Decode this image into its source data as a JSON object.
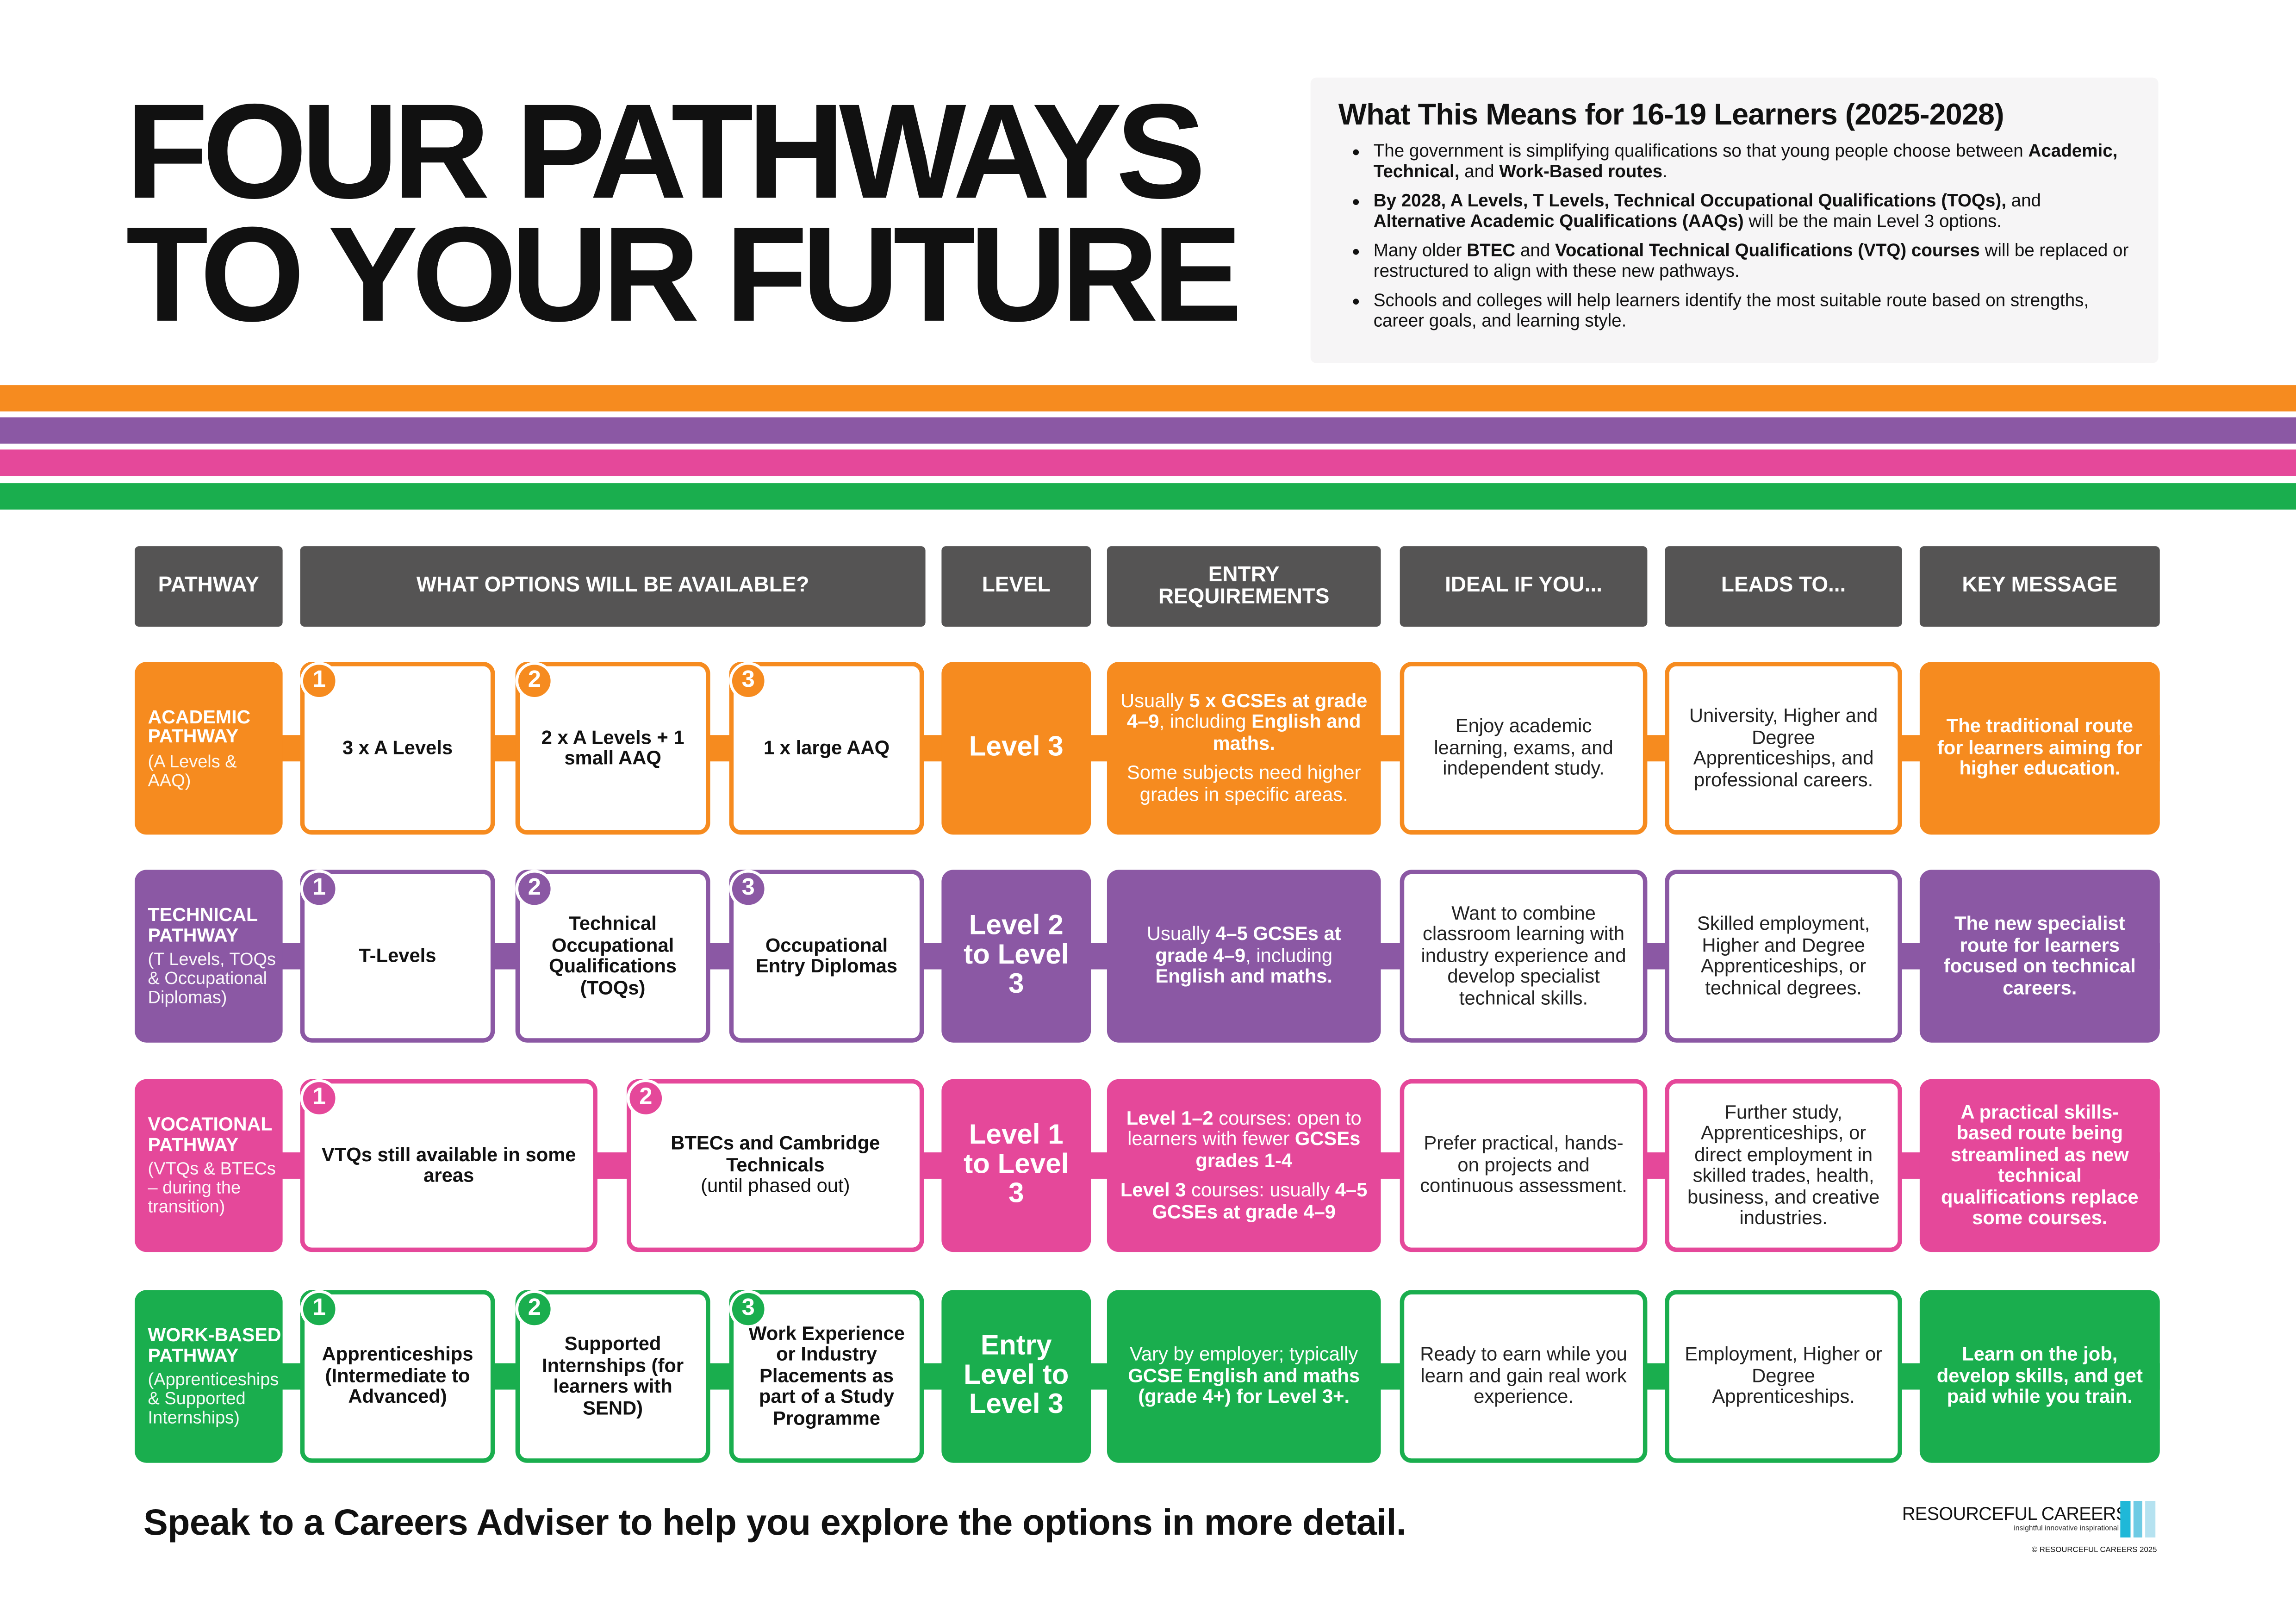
{
  "title": {
    "line1": "FOUR PATHWAYS",
    "line2": "TO YOUR FUTURE"
  },
  "info": {
    "heading": "What This Means for 16-19 Learners (2025-2028)",
    "bullets": [
      [
        {
          "t": "The government is simplifying qualifications so that young people choose between "
        },
        {
          "t": "Academic, Technical,",
          "b": true
        },
        {
          "t": " and "
        },
        {
          "t": "Work-Based routes",
          "b": true
        },
        {
          "t": "."
        }
      ],
      [
        {
          "t": "By 2028, A Levels, T Levels, Technical Occupational Qualifications (TOQs),",
          "b": true
        },
        {
          "t": " and "
        },
        {
          "t": "Alternative Academic Qualifications (AAQs)",
          "b": true
        },
        {
          "t": " will be the main Level 3 options."
        }
      ],
      [
        {
          "t": "Many older "
        },
        {
          "t": "BTEC",
          "b": true
        },
        {
          "t": " and "
        },
        {
          "t": "Vocational Technical Qualifications (VTQ) courses",
          "b": true
        },
        {
          "t": " will be replaced or restructured to align with these new pathways."
        }
      ],
      [
        {
          "t": "Schools and colleges will help learners identify the most suitable route based on strengths, career goals, and learning style."
        }
      ]
    ]
  },
  "colors": {
    "orange": "#F68B1F",
    "purple": "#8B58A4",
    "pink": "#E5489A",
    "green": "#1AAE4E",
    "header": "#555454"
  },
  "headers": [
    "PATHWAY",
    "WHAT OPTIONS WILL BE AVAILABLE?",
    "LEVEL",
    "ENTRY REQUIREMENTS",
    "IDEAL IF YOU...",
    "LEADS TO...",
    "KEY MESSAGE"
  ],
  "rows": [
    {
      "color": "#F68B1F",
      "name": "ACADEMIC PATHWAY",
      "sub": "(A Levels & AAQ)",
      "options": [
        {
          "num": "1",
          "title": "3 x A Levels"
        },
        {
          "num": "2",
          "title": "2 x A Levels + 1 small AAQ"
        },
        {
          "num": "3",
          "title": "1 x large AAQ"
        }
      ],
      "level": "Level 3",
      "entry": [
        [
          {
            "t": "Usually "
          },
          {
            "t": "5 x GCSEs at grade 4–9",
            "b": true
          },
          {
            "t": ", including "
          },
          {
            "t": "English and maths.",
            "b": true
          }
        ],
        [
          {
            "t": "Some subjects need higher grades in specific areas."
          }
        ]
      ],
      "ideal": "Enjoy academic learning, exams, and independent study.",
      "leads": "University, Higher and Degree Apprenticeships, and professional careers.",
      "key": "The traditional route for learners aiming for higher education."
    },
    {
      "color": "#8B58A4",
      "name": "TECHNICAL PATHWAY",
      "sub": "(T Levels, TOQs & Occupational Diplomas)",
      "options": [
        {
          "num": "1",
          "title": "T-Levels"
        },
        {
          "num": "2",
          "title": "Technical Occupational Qualifications (TOQs)"
        },
        {
          "num": "3",
          "title": "Occupational Entry Diplomas"
        }
      ],
      "level": "Level 2 to Level 3",
      "entry": [
        [
          {
            "t": "Usually "
          },
          {
            "t": "4–5 GCSEs at grade 4–9",
            "b": true
          },
          {
            "t": ", including "
          },
          {
            "t": "English and maths.",
            "b": true
          }
        ]
      ],
      "ideal": "Want to combine classroom learning with industry experience and develop specialist technical skills.",
      "leads": "Skilled employment, Higher and Degree Apprenticeships, or technical degrees.",
      "key": "The new specialist route for learners focused on technical careers."
    },
    {
      "color": "#E5489A",
      "name": "VOCATIONAL PATHWAY",
      "sub": "(VTQs & BTECs – during the transition)",
      "options": [
        {
          "num": "1",
          "title": "VTQs still available in some areas"
        },
        {
          "num": "2",
          "title": "BTECs and Cambridge Technicals",
          "note": "(until phased out)"
        }
      ],
      "level": "Level 1 to Level 3",
      "entry": [
        [
          {
            "t": "Level 1–2",
            "b": true
          },
          {
            "t": " courses: open to learners with fewer "
          },
          {
            "t": "GCSEs grades 1-4",
            "b": true
          }
        ],
        [
          {
            "t": "Level 3",
            "b": true
          },
          {
            "t": " courses: usually "
          },
          {
            "t": "4–5 GCSEs at grade 4–9",
            "b": true
          }
        ]
      ],
      "ideal": "Prefer practical, hands-on projects and continuous assessment.",
      "leads": "Further study, Apprenticeships, or direct employment in skilled trades, health, business, and creative industries.",
      "key": "A practical skills-based route being streamlined as new technical qualifications replace some courses."
    },
    {
      "color": "#1AAE4E",
      "name": "WORK-BASED PATHWAY",
      "sub": "(Apprenticeships & Supported Internships)",
      "options": [
        {
          "num": "1",
          "title": "Apprenticeships (Intermediate to Advanced)"
        },
        {
          "num": "2",
          "title": "Supported Internships (for learners with SEND)"
        },
        {
          "num": "3",
          "title": "Work Experience or Industry Placements as part of a Study Programme"
        }
      ],
      "level": "Entry Level to Level 3",
      "entry": [
        [
          {
            "t": "Vary by employer; typically "
          },
          {
            "t": "GCSE English and maths (grade 4+) for Level 3+.",
            "b": true
          }
        ]
      ],
      "ideal": "Ready to earn while you learn and gain real work experience.",
      "leads": "Employment, Higher or Degree Apprenticeships.",
      "key": "Learn on the job, develop skills, and get paid while you train."
    }
  ],
  "footer": "Speak to a Careers Adviser to help you explore the options in more detail.",
  "logo": {
    "name": "RESOURCEFUL CAREERS",
    "tagline": "insightful innovative inspirational",
    "copyright": "© RESOURCEFUL CAREERS 2025"
  }
}
